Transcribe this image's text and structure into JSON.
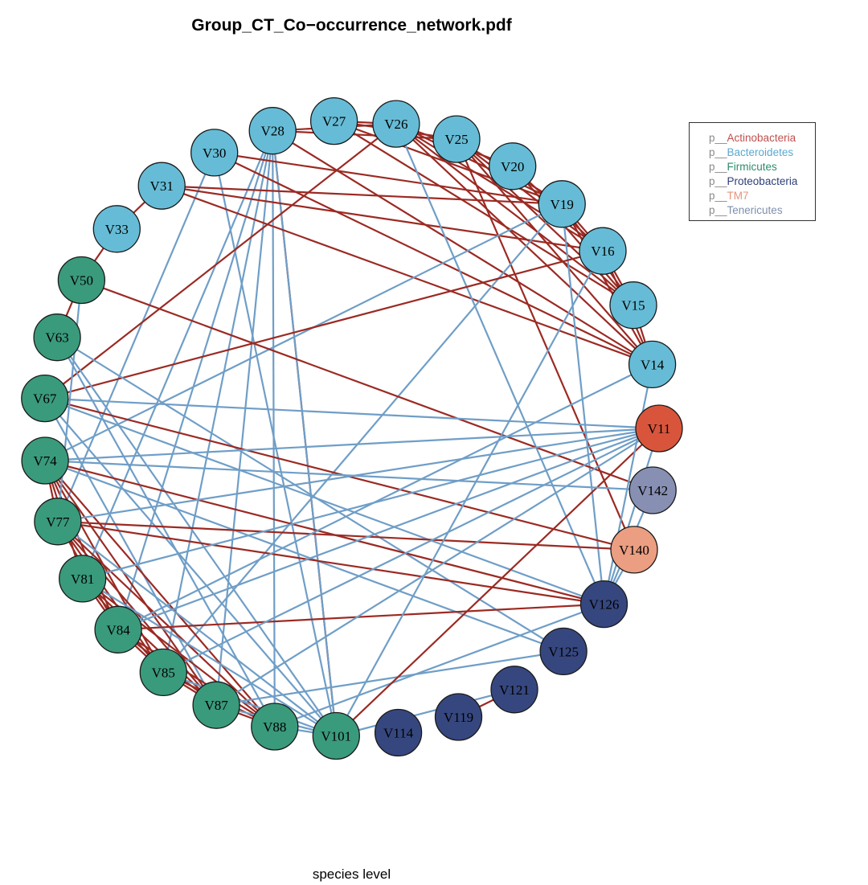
{
  "title": "Group_CT_Co−occurrence_network.pdf",
  "footer": "species level",
  "legend": [
    {
      "prefix": "p__",
      "label": "Actinobacteria",
      "color": "#c0504d"
    },
    {
      "prefix": "p__",
      "label": "Bacteroidetes",
      "color": "#5aa9cf"
    },
    {
      "prefix": "p__",
      "label": "Firmicutes",
      "color": "#2e8b6e"
    },
    {
      "prefix": "p__",
      "label": "Proteobacteria",
      "color": "#2c3e7a"
    },
    {
      "prefix": "p__",
      "label": "TM7",
      "color": "#e8937a"
    },
    {
      "prefix": "p__",
      "label": "Tenericutes",
      "color": "#7f8fae"
    }
  ],
  "phylum_colors": {
    "Actinobacteria": "#d8553c",
    "Bacteroidetes": "#66bcd6",
    "Firmicutes": "#3a9a7c",
    "Proteobacteria": "#36477f",
    "TM7": "#eb9e81",
    "Tenericutes": "#8790b3"
  },
  "edge_colors": {
    "positive": "#9b2a23",
    "negative": "#6f9ec7"
  },
  "nodes": [
    {
      "id": "V11",
      "phylum": "Actinobacteria"
    },
    {
      "id": "V142",
      "phylum": "Tenericutes"
    },
    {
      "id": "V140",
      "phylum": "TM7"
    },
    {
      "id": "V126",
      "phylum": "Proteobacteria"
    },
    {
      "id": "V125",
      "phylum": "Proteobacteria"
    },
    {
      "id": "V121",
      "phylum": "Proteobacteria"
    },
    {
      "id": "V119",
      "phylum": "Proteobacteria"
    },
    {
      "id": "V114",
      "phylum": "Proteobacteria"
    },
    {
      "id": "V101",
      "phylum": "Firmicutes"
    },
    {
      "id": "V88",
      "phylum": "Firmicutes"
    },
    {
      "id": "V87",
      "phylum": "Firmicutes"
    },
    {
      "id": "V85",
      "phylum": "Firmicutes"
    },
    {
      "id": "V84",
      "phylum": "Firmicutes"
    },
    {
      "id": "V81",
      "phylum": "Firmicutes"
    },
    {
      "id": "V77",
      "phylum": "Firmicutes"
    },
    {
      "id": "V74",
      "phylum": "Firmicutes"
    },
    {
      "id": "V67",
      "phylum": "Firmicutes"
    },
    {
      "id": "V63",
      "phylum": "Firmicutes"
    },
    {
      "id": "V50",
      "phylum": "Firmicutes"
    },
    {
      "id": "V33",
      "phylum": "Bacteroidetes"
    },
    {
      "id": "V31",
      "phylum": "Bacteroidetes"
    },
    {
      "id": "V30",
      "phylum": "Bacteroidetes"
    },
    {
      "id": "V28",
      "phylum": "Bacteroidetes"
    },
    {
      "id": "V27",
      "phylum": "Bacteroidetes"
    },
    {
      "id": "V26",
      "phylum": "Bacteroidetes"
    },
    {
      "id": "V25",
      "phylum": "Bacteroidetes"
    },
    {
      "id": "V20",
      "phylum": "Bacteroidetes"
    },
    {
      "id": "V19",
      "phylum": "Bacteroidetes"
    },
    {
      "id": "V16",
      "phylum": "Bacteroidetes"
    },
    {
      "id": "V15",
      "phylum": "Bacteroidetes"
    },
    {
      "id": "V14",
      "phylum": "Bacteroidetes"
    }
  ],
  "edges": [
    [
      "V27",
      "V26",
      "positive"
    ],
    [
      "V27",
      "V25",
      "positive"
    ],
    [
      "V27",
      "V19",
      "positive"
    ],
    [
      "V27",
      "V15",
      "positive"
    ],
    [
      "V28",
      "V26",
      "positive"
    ],
    [
      "V28",
      "V25",
      "positive"
    ],
    [
      "V28",
      "V14",
      "positive"
    ],
    [
      "V28",
      "V101",
      "positive"
    ],
    [
      "V28",
      "V85",
      "negative"
    ],
    [
      "V28",
      "V84",
      "negative"
    ],
    [
      "V28",
      "V88",
      "negative"
    ],
    [
      "V28",
      "V87",
      "negative"
    ],
    [
      "V28",
      "V101",
      "negative"
    ],
    [
      "V28",
      "V81",
      "negative"
    ],
    [
      "V30",
      "V19",
      "positive"
    ],
    [
      "V30",
      "V14",
      "positive"
    ],
    [
      "V30",
      "V101",
      "negative"
    ],
    [
      "V30",
      "V77",
      "negative"
    ],
    [
      "V31",
      "V19",
      "positive"
    ],
    [
      "V31",
      "V16",
      "positive"
    ],
    [
      "V31",
      "V14",
      "positive"
    ],
    [
      "V31",
      "V33",
      "positive"
    ],
    [
      "V33",
      "V50",
      "positive"
    ],
    [
      "V50",
      "V63",
      "positive"
    ],
    [
      "V26",
      "V20",
      "positive"
    ],
    [
      "V26",
      "V19",
      "positive"
    ],
    [
      "V26",
      "V16",
      "positive"
    ],
    [
      "V26",
      "V15",
      "positive"
    ],
    [
      "V26",
      "V14",
      "positive"
    ],
    [
      "V26",
      "V126",
      "negative"
    ],
    [
      "V26",
      "V67",
      "positive"
    ],
    [
      "V25",
      "V19",
      "positive"
    ],
    [
      "V25",
      "V16",
      "positive"
    ],
    [
      "V25",
      "V15",
      "positive"
    ],
    [
      "V25",
      "V14",
      "positive"
    ],
    [
      "V25",
      "V140",
      "positive"
    ],
    [
      "V20",
      "V16",
      "positive"
    ],
    [
      "V20",
      "V15",
      "positive"
    ],
    [
      "V19",
      "V16",
      "positive"
    ],
    [
      "V19",
      "V15",
      "positive"
    ],
    [
      "V19",
      "V14",
      "positive"
    ],
    [
      "V19",
      "V126",
      "negative"
    ],
    [
      "V19",
      "V74",
      "negative"
    ],
    [
      "V19",
      "V85",
      "negative"
    ],
    [
      "V16",
      "V15",
      "positive"
    ],
    [
      "V16",
      "V14",
      "positive"
    ],
    [
      "V16",
      "V67",
      "positive"
    ],
    [
      "V15",
      "V14",
      "positive"
    ],
    [
      "V50",
      "V142",
      "positive"
    ],
    [
      "V63",
      "V125",
      "negative"
    ],
    [
      "V63",
      "V101",
      "negative"
    ],
    [
      "V63",
      "V88",
      "negative"
    ],
    [
      "V67",
      "V140",
      "positive"
    ],
    [
      "V67",
      "V126",
      "negative"
    ],
    [
      "V67",
      "V87",
      "negative"
    ],
    [
      "V67",
      "V101",
      "negative"
    ],
    [
      "V74",
      "V126",
      "positive"
    ],
    [
      "V74",
      "V11",
      "negative"
    ],
    [
      "V74",
      "V125",
      "negative"
    ],
    [
      "V74",
      "V87",
      "positive"
    ],
    [
      "V74",
      "V88",
      "positive"
    ],
    [
      "V74",
      "V85",
      "positive"
    ],
    [
      "V74",
      "V84",
      "positive"
    ],
    [
      "V74",
      "V81",
      "positive"
    ],
    [
      "V74",
      "V77",
      "positive"
    ],
    [
      "V77",
      "V11",
      "negative"
    ],
    [
      "V77",
      "V140",
      "positive"
    ],
    [
      "V77",
      "V126",
      "positive"
    ],
    [
      "V77",
      "V88",
      "positive"
    ],
    [
      "V77",
      "V87",
      "positive"
    ],
    [
      "V77",
      "V85",
      "positive"
    ],
    [
      "V77",
      "V84",
      "positive"
    ],
    [
      "V77",
      "V101",
      "negative"
    ],
    [
      "V81",
      "V88",
      "positive"
    ],
    [
      "V81",
      "V87",
      "positive"
    ],
    [
      "V81",
      "V85",
      "positive"
    ],
    [
      "V81",
      "V84",
      "positive"
    ],
    [
      "V81",
      "V11",
      "negative"
    ],
    [
      "V81",
      "V101",
      "negative"
    ],
    [
      "V84",
      "V88",
      "positive"
    ],
    [
      "V84",
      "V87",
      "positive"
    ],
    [
      "V84",
      "V85",
      "positive"
    ],
    [
      "V84",
      "V126",
      "positive"
    ],
    [
      "V84",
      "V11",
      "negative"
    ],
    [
      "V84",
      "V14",
      "negative"
    ],
    [
      "V85",
      "V88",
      "positive"
    ],
    [
      "V85",
      "V87",
      "positive"
    ],
    [
      "V85",
      "V11",
      "negative"
    ],
    [
      "V85",
      "V101",
      "negative"
    ],
    [
      "V87",
      "V88",
      "positive"
    ],
    [
      "V87",
      "V125",
      "negative"
    ],
    [
      "V87",
      "V11",
      "negative"
    ],
    [
      "V87",
      "V101",
      "negative"
    ],
    [
      "V88",
      "V101",
      "negative"
    ],
    [
      "V88",
      "V126",
      "negative"
    ],
    [
      "V101",
      "V11",
      "positive"
    ],
    [
      "V101",
      "V16",
      "negative"
    ],
    [
      "V101",
      "V121",
      "negative"
    ],
    [
      "V126",
      "V140",
      "negative"
    ],
    [
      "V126",
      "V142",
      "negative"
    ],
    [
      "V126",
      "V14",
      "negative"
    ],
    [
      "V126",
      "V11",
      "negative"
    ],
    [
      "V121",
      "V119",
      "positive"
    ],
    [
      "V50",
      "V77",
      "negative"
    ],
    [
      "V67",
      "V11",
      "negative"
    ],
    [
      "V74",
      "V142",
      "negative"
    ]
  ]
}
